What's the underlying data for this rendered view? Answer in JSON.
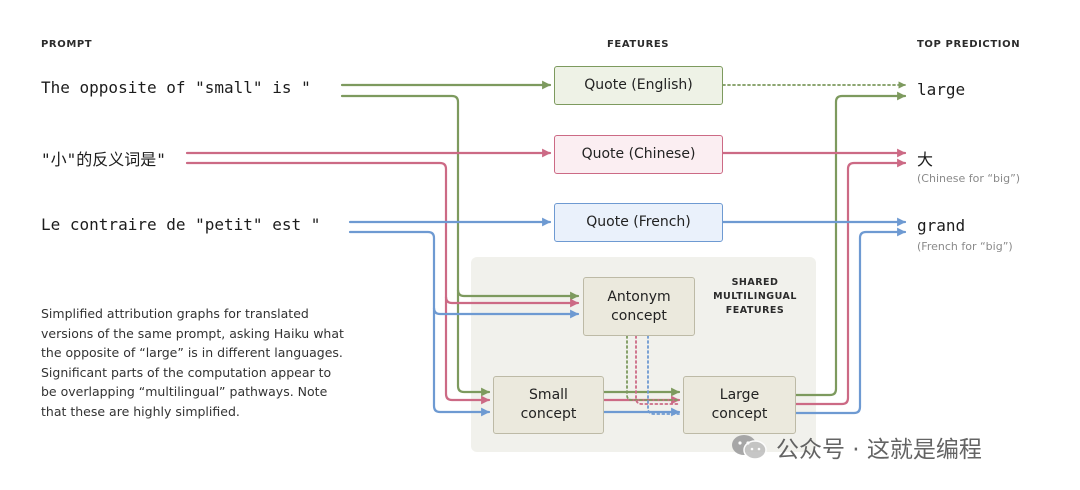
{
  "headings": {
    "prompt": "PROMPT",
    "features": "FEATURES",
    "top_prediction": "TOP PREDICTION"
  },
  "prompts": [
    "The opposite of \"small\" is \"",
    "\"小\"的反义词是\"",
    "Le contraire de \"petit\" est \""
  ],
  "features": {
    "quote_english": "Quote (English)",
    "quote_chinese": "Quote (Chinese)",
    "quote_french": "Quote (French)"
  },
  "shared": {
    "label_line1": "SHARED",
    "label_line2": "MULTILINGUAL",
    "label_line3": "FEATURES",
    "antonym_line1": "Antonym",
    "antonym_line2": "concept",
    "small_line1": "Small",
    "small_line2": "concept",
    "large_line1": "Large",
    "large_line2": "concept"
  },
  "predictions": [
    {
      "token": "large",
      "note": ""
    },
    {
      "token": "大",
      "note": "(Chinese for “big”)"
    },
    {
      "token": "grand",
      "note": "(French for “big”)"
    }
  ],
  "caption": "Simplified attribution graphs for translated versions of the same prompt, asking Haiku what the opposite of “large” is in different languages. Significant parts of the computation appear to be overlapping “multilingual” pathways. Note that these are highly simplified.",
  "watermark": "公众号 · 这就是编程",
  "colors": {
    "english": "#7d9a5e",
    "chinese": "#cc6a85",
    "french": "#6e9ad2",
    "english_fill": "#eef2e6",
    "chinese_fill": "#fbeef2",
    "french_fill": "#eaf1fb",
    "shared_panel": "#f1f1ec",
    "concept_fill": "#ebe9dd"
  }
}
